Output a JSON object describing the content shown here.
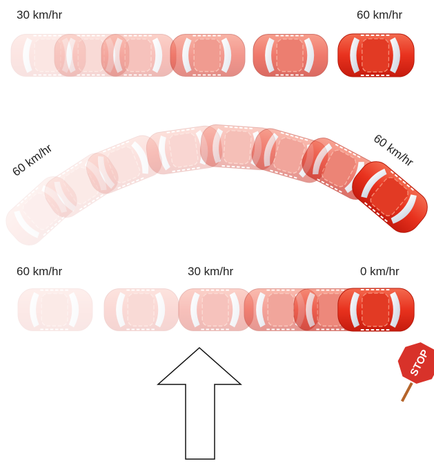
{
  "rows": [
    {
      "id": "acceleration",
      "start_label": "30 km/hr",
      "end_label": "60 km/hr"
    },
    {
      "id": "curve",
      "start_label": "60 km/hr",
      "end_label": "60 km/hr"
    },
    {
      "id": "deceleration",
      "start_label": "60 km/hr",
      "mid_label": "30 km/hr",
      "end_label": "0 km/hr"
    }
  ],
  "stop_sign": {
    "text": "STOP",
    "color": "#d8322a"
  },
  "colors": {
    "car_full": "#e8321e",
    "car_body_dark": "#c81f10",
    "window": "#dfe4ee",
    "arrow_stroke": "#111111"
  }
}
